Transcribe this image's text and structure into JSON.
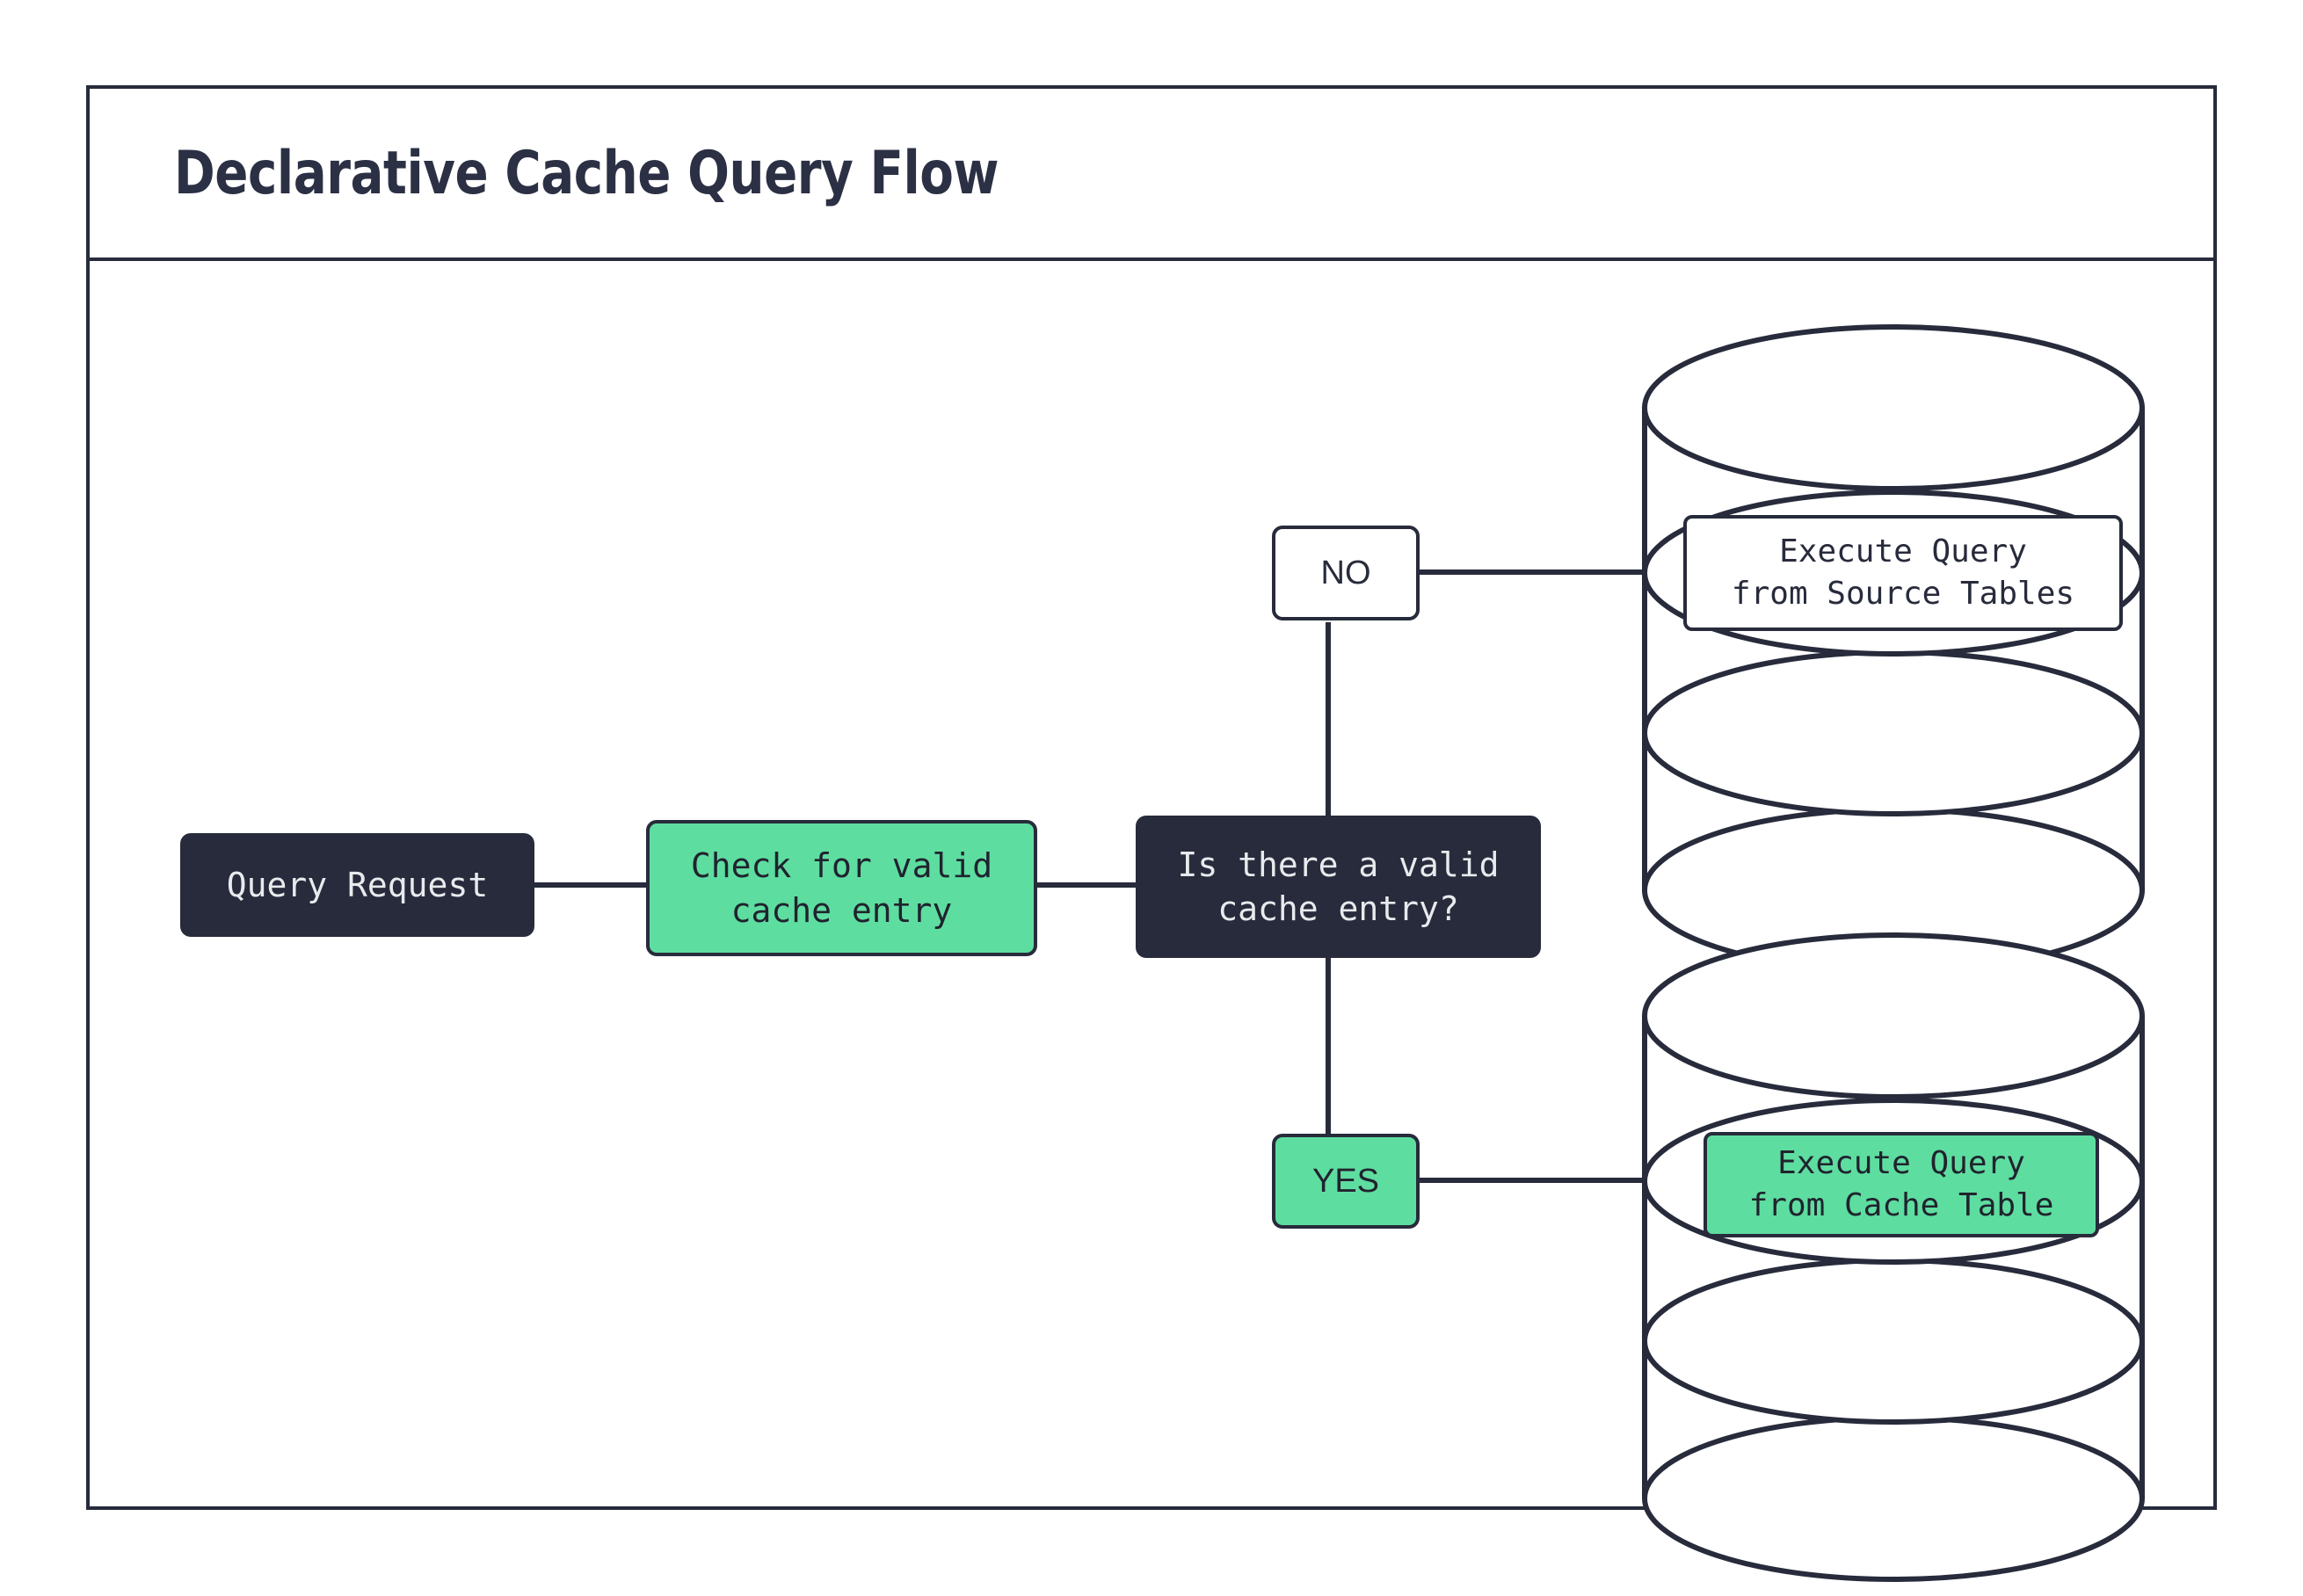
{
  "page": {
    "background_color": "#ffffff",
    "frame_border_color": "#272b3b"
  },
  "header": {
    "title": "Declarative Cache Query Flow"
  },
  "palette": {
    "dark": "#272b3b",
    "green": "#5edda0",
    "white": "#ffffff",
    "text_light": "#e8eaed",
    "text_dark": "#20232e"
  },
  "diagram": {
    "type": "flowchart",
    "nodes": [
      {
        "id": "query-request",
        "label": "Query Request",
        "shape": "rounded-rect",
        "style": "dark"
      },
      {
        "id": "check-cache",
        "label": "Check for valid\ncache entry",
        "shape": "rounded-rect",
        "style": "green"
      },
      {
        "id": "decision",
        "label": "Is there a valid\ncache entry?",
        "shape": "rounded-rect",
        "style": "dark"
      },
      {
        "id": "label-no",
        "label": "NO",
        "shape": "rounded-rect",
        "style": "white"
      },
      {
        "id": "label-yes",
        "label": "YES",
        "shape": "rounded-rect",
        "style": "green"
      },
      {
        "id": "exec-source",
        "label": "Execute Query\nfrom Source Tables",
        "shape": "rounded-rect-on-cylinder",
        "style": "white"
      },
      {
        "id": "exec-cache",
        "label": "Execute Query\nfrom Cache Table",
        "shape": "rounded-rect-on-cylinder",
        "style": "green"
      }
    ],
    "cylinders": [
      {
        "id": "source-database-cylinder",
        "name": "source-tables-database"
      },
      {
        "id": "cache-database-cylinder",
        "name": "cache-table-database"
      }
    ],
    "edges": [
      {
        "from": "query-request",
        "to": "check-cache",
        "label": ""
      },
      {
        "from": "check-cache",
        "to": "decision",
        "label": ""
      },
      {
        "from": "decision",
        "to": "label-no",
        "label": ""
      },
      {
        "from": "label-no",
        "to": "exec-source",
        "label": ""
      },
      {
        "from": "decision",
        "to": "label-yes",
        "label": ""
      },
      {
        "from": "label-yes",
        "to": "exec-cache",
        "label": ""
      }
    ]
  }
}
